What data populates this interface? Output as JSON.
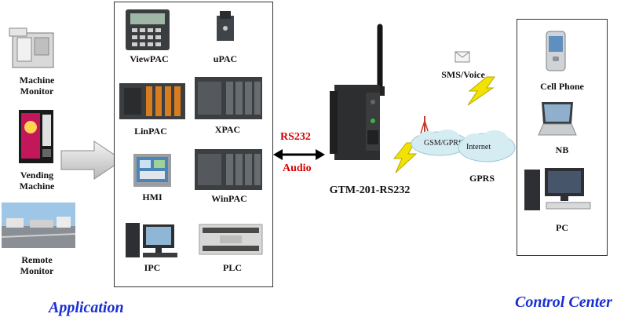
{
  "left_devices": [
    {
      "label_lines": [
        "Machine",
        "Monitor"
      ]
    },
    {
      "label_lines": [
        "Vending",
        "Machine"
      ]
    },
    {
      "label_lines": [
        "Remote",
        "Monitor"
      ]
    }
  ],
  "application_box": {
    "items": [
      "ViewPAC",
      "uPAC",
      "LinPAC",
      "XPAC",
      "HMI",
      "WinPAC",
      "IPC",
      "PLC"
    ]
  },
  "link": {
    "top": "RS232",
    "bottom": "Audio"
  },
  "gateway": {
    "label": "GTM-201-RS232"
  },
  "network": {
    "cloud_left": "GSM/GPRS",
    "cloud_right": "Internet",
    "label": "GPRS",
    "sms": "SMS/Voice"
  },
  "control_box": {
    "items": [
      "Cell Phone",
      "NB",
      "PC"
    ]
  },
  "captions": {
    "application": "Application",
    "control_center": "Control Center"
  },
  "colors": {
    "caption": "#1a2fd0",
    "link_text": "#d80000",
    "lightning": "#f2e200"
  }
}
